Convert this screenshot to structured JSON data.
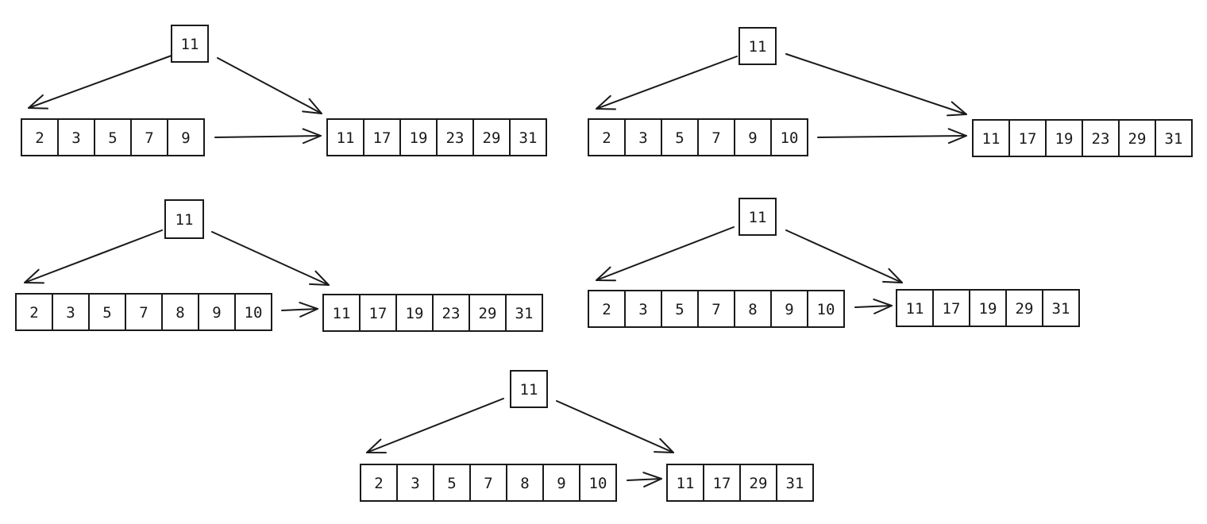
{
  "diagrams": [
    {
      "root": "11",
      "left_leaf": [
        "2",
        "3",
        "5",
        "7",
        "9"
      ],
      "right_leaf": [
        "11",
        "17",
        "19",
        "23",
        "29",
        "31"
      ]
    },
    {
      "root": "11",
      "left_leaf": [
        "2",
        "3",
        "5",
        "7",
        "9",
        "10"
      ],
      "right_leaf": [
        "11",
        "17",
        "19",
        "23",
        "29",
        "31"
      ]
    },
    {
      "root": "11",
      "left_leaf": [
        "2",
        "3",
        "5",
        "7",
        "8",
        "9",
        "10"
      ],
      "right_leaf": [
        "11",
        "17",
        "19",
        "23",
        "29",
        "31"
      ]
    },
    {
      "root": "11",
      "left_leaf": [
        "2",
        "3",
        "5",
        "7",
        "8",
        "9",
        "10"
      ],
      "right_leaf": [
        "11",
        "17",
        "19",
        "29",
        "31"
      ]
    },
    {
      "root": "11",
      "left_leaf": [
        "2",
        "3",
        "5",
        "7",
        "8",
        "9",
        "10"
      ],
      "right_leaf": [
        "11",
        "17",
        "29",
        "31"
      ]
    }
  ]
}
